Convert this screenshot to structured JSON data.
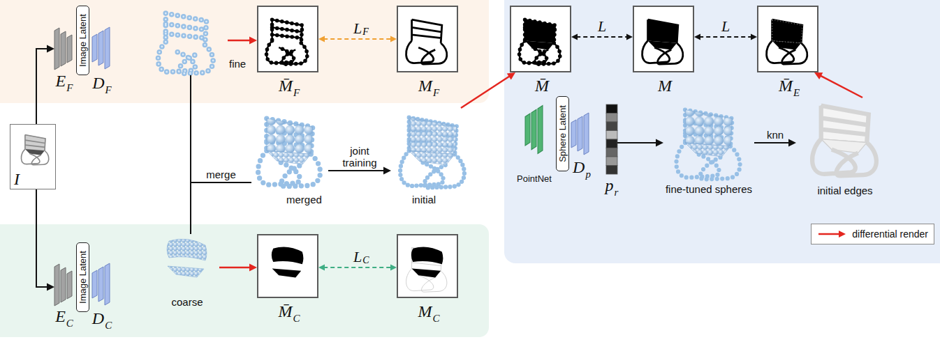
{
  "diagram": {
    "nodes": [
      {
        "text": [
          "I"
        ]
      },
      {
        "text": [
          "E",
          "F"
        ]
      },
      {
        "text": [
          "Image Latent"
        ]
      },
      {
        "text": [
          "D",
          "F"
        ]
      },
      {
        "text": [
          "fine"
        ]
      },
      {
        "text": [
          "M̄",
          "F"
        ]
      },
      {
        "text": [
          "M",
          "F"
        ]
      },
      {
        "text": [
          "E",
          "C"
        ]
      },
      {
        "text": [
          "Image Latent"
        ]
      },
      {
        "text": [
          "D",
          "C"
        ]
      },
      {
        "text": [
          "coarse"
        ]
      },
      {
        "text": [
          "M̄",
          "C"
        ]
      },
      {
        "text": [
          "M",
          "C"
        ]
      },
      {
        "text": [
          "merged"
        ]
      },
      {
        "text": [
          "initial"
        ]
      },
      {
        "text": [
          "M̄"
        ]
      },
      {
        "text": [
          "M"
        ]
      },
      {
        "text": [
          "M̄",
          "E"
        ]
      },
      {
        "text": [
          "PointNet"
        ]
      },
      {
        "text": [
          "Sphere Latent"
        ]
      },
      {
        "text": [
          "D",
          "p"
        ]
      },
      {
        "text": [
          "p",
          "r"
        ]
      },
      {
        "text": [
          "fine-tuned spheres"
        ]
      },
      {
        "text": [
          "initial edges"
        ]
      }
    ],
    "edges": [
      {
        "from": 0,
        "to": 1,
        "arrow": "to"
      },
      {
        "from": 0,
        "to": 7,
        "arrow": "to"
      },
      {
        "from": 4,
        "to": 5,
        "arrow": "to"
      },
      {
        "from": 5,
        "to": 6,
        "label": "L",
        "arrow": "both"
      },
      {
        "from": 10,
        "to": 11,
        "arrow": "to"
      },
      {
        "from": 11,
        "to": 12,
        "label": "L",
        "arrow": "both"
      },
      {
        "from": 4,
        "to": 13,
        "label": "merge",
        "arrow": "none"
      },
      {
        "from": 10,
        "to": 13,
        "arrow": "none"
      },
      {
        "from": 13,
        "to": 14,
        "label": "joint training",
        "arrow": "to"
      },
      {
        "from": 14,
        "to": 15,
        "arrow": "to"
      },
      {
        "from": 15,
        "to": 16,
        "label": "L",
        "arrow": "both"
      },
      {
        "from": 16,
        "to": 17,
        "label": "L",
        "arrow": "both"
      },
      {
        "from": 21,
        "to": 22,
        "arrow": "to"
      },
      {
        "from": 22,
        "to": 23,
        "label": "knn",
        "arrow": "to"
      },
      {
        "from": 23,
        "to": 17,
        "arrow": "to"
      }
    ],
    "labels": [
      "F",
      "C"
    ],
    "legend": [
      {
        "text": "differential render"
      }
    ]
  }
}
